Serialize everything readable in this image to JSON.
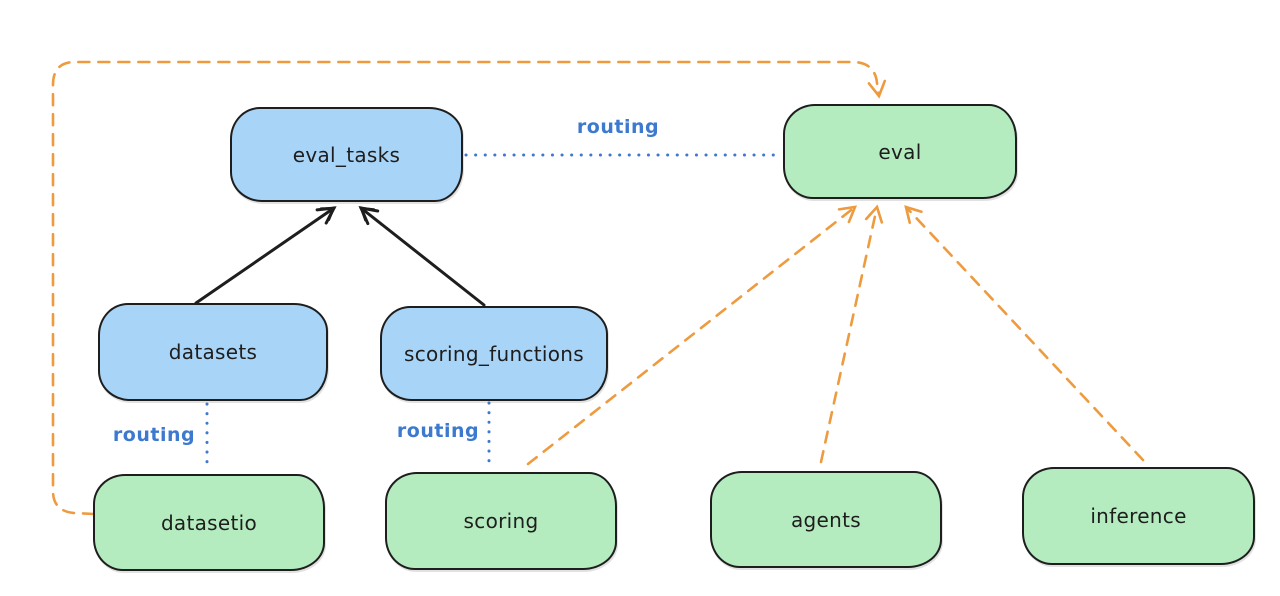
{
  "diagram": {
    "type": "architecture-diagram",
    "background": "#ffffff",
    "colors": {
      "api_fill": "#a8d4f7",
      "provider_fill": "#b4ecbf",
      "node_stroke": "#1e1e1e",
      "routing_blue": "#3d79cf",
      "dependency_orange": "#ee9b40",
      "solid_arrow_black": "#1e1e1e"
    },
    "nodes": {
      "eval_tasks": {
        "label": "eval_tasks",
        "fill": "#a8d4f7"
      },
      "eval": {
        "label": "eval",
        "fill": "#b4ecbf"
      },
      "datasets": {
        "label": "datasets",
        "fill": "#a8d4f7"
      },
      "scoring_functions": {
        "label": "scoring_functions",
        "fill": "#a8d4f7"
      },
      "datasetio": {
        "label": "datasetio",
        "fill": "#b4ecbf"
      },
      "scoring": {
        "label": "scoring",
        "fill": "#b4ecbf"
      },
      "agents": {
        "label": "agents",
        "fill": "#b4ecbf"
      },
      "inference": {
        "label": "inference",
        "fill": "#b4ecbf"
      }
    },
    "edges": [
      {
        "from": "datasets",
        "to": "eval_tasks",
        "style": "solid-arrow",
        "color": "#1e1e1e",
        "label": ""
      },
      {
        "from": "scoring_functions",
        "to": "eval_tasks",
        "style": "solid-arrow",
        "color": "#1e1e1e",
        "label": ""
      },
      {
        "from": "eval_tasks",
        "to": "eval",
        "style": "dotted",
        "color": "#3d79cf",
        "label": "routing"
      },
      {
        "from": "datasets",
        "to": "datasetio",
        "style": "dotted",
        "color": "#3d79cf",
        "label": "routing"
      },
      {
        "from": "scoring_functions",
        "to": "scoring",
        "style": "dotted",
        "color": "#3d79cf",
        "label": "routing"
      },
      {
        "from": "datasetio",
        "to": "eval",
        "style": "dashed-arrow",
        "color": "#ee9b40",
        "label": ""
      },
      {
        "from": "scoring",
        "to": "eval",
        "style": "dashed-arrow",
        "color": "#ee9b40",
        "label": ""
      },
      {
        "from": "agents",
        "to": "eval",
        "style": "dashed-arrow",
        "color": "#ee9b40",
        "label": ""
      },
      {
        "from": "inference",
        "to": "eval",
        "style": "dashed-arrow",
        "color": "#ee9b40",
        "label": ""
      }
    ]
  }
}
